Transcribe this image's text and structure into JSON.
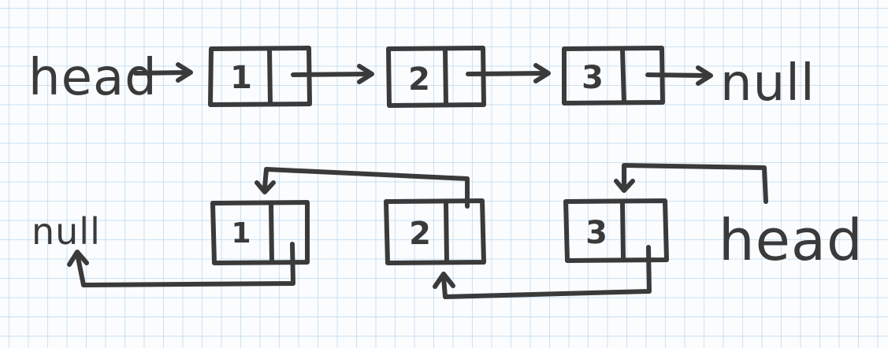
{
  "colors": {
    "ink": "#3a3a3a",
    "paper": "#fafcfe",
    "grid": "#96c4e2"
  },
  "top_list": {
    "head_label": "head",
    "null_label": "null",
    "nodes": [
      {
        "value": "1"
      },
      {
        "value": "2"
      },
      {
        "value": "3"
      }
    ]
  },
  "bottom_list": {
    "head_label": "head",
    "null_label": "null",
    "nodes": [
      {
        "value": "1"
      },
      {
        "value": "2"
      },
      {
        "value": "3"
      }
    ]
  }
}
